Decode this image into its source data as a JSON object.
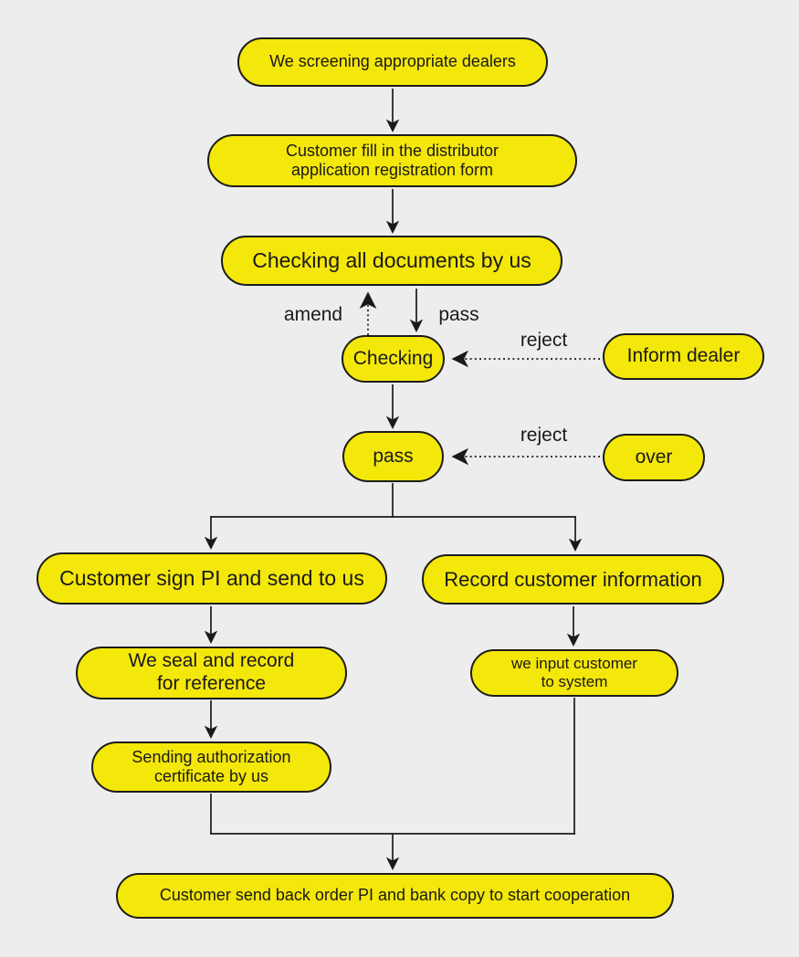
{
  "diagram": {
    "colors": {
      "background": "#EEEDED",
      "node_fill": "#F4E70A",
      "node_border": "#1C1C1C",
      "text": "#1A1A1A",
      "connector": "#1A1A1A"
    },
    "nodes": {
      "screening": {
        "label": "We screening appropriate dealers"
      },
      "fill_form": {
        "line1": "Customer fill in the distributor",
        "line2": "application registration form"
      },
      "check_docs": {
        "label": "Checking all documents by us"
      },
      "checking": {
        "label": "Checking"
      },
      "inform_dealer": {
        "label": "Inform dealer"
      },
      "pass_gate": {
        "label": "pass"
      },
      "over": {
        "label": "over"
      },
      "sign_pi": {
        "label": "Customer sign PI and send to us"
      },
      "record_info": {
        "label": "Record customer information"
      },
      "seal_record": {
        "line1": "We seal and record",
        "line2": "for reference"
      },
      "input_system": {
        "line1": "we input customer",
        "line2": "to system"
      },
      "send_cert": {
        "line1": "Sending authorization",
        "line2": "certificate by us"
      },
      "cooperation": {
        "label": "Customer send back order PI and bank copy to start cooperation"
      }
    },
    "edge_labels": {
      "amend": "amend",
      "pass": "pass",
      "reject_top": "reject",
      "reject_bottom": "reject"
    }
  }
}
